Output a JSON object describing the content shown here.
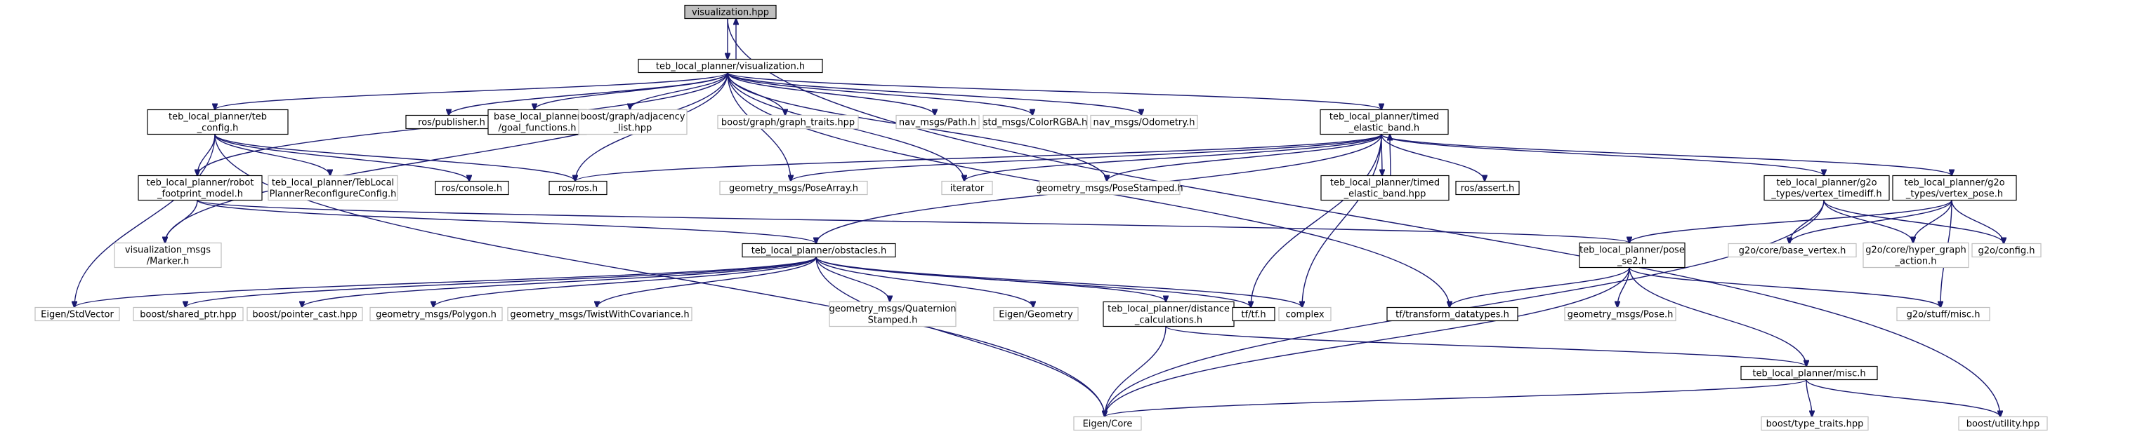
{
  "colors": {
    "edge": "#191970",
    "root_fill": "#bfbfbf",
    "doc_border": "#000000",
    "ext_border": "#bfbfbf",
    "background": "#ffffff"
  },
  "nodes": [
    {
      "id": "vis_hpp",
      "lines": [
        "visualization.hpp"
      ],
      "kind": "root"
    },
    {
      "id": "vis_h",
      "lines": [
        "teb_local_planner/visualization.h"
      ],
      "kind": "doc"
    },
    {
      "id": "teb_config",
      "lines": [
        "teb_local_planner/teb",
        "_config.h"
      ],
      "kind": "doc"
    },
    {
      "id": "ros_publisher",
      "lines": [
        "ros/publisher.h"
      ],
      "kind": "doc"
    },
    {
      "id": "base_goal",
      "lines": [
        "base_local_planner",
        "/goal_functions.h"
      ],
      "kind": "doc"
    },
    {
      "id": "adjacency",
      "lines": [
        "boost/graph/adjacency",
        "_list.hpp"
      ],
      "kind": "ext"
    },
    {
      "id": "graph_traits",
      "lines": [
        "boost/graph/graph_traits.hpp"
      ],
      "kind": "ext"
    },
    {
      "id": "nav_path",
      "lines": [
        "nav_msgs/Path.h"
      ],
      "kind": "ext"
    },
    {
      "id": "color_rgba",
      "lines": [
        "std_msgs/ColorRGBA.h"
      ],
      "kind": "ext"
    },
    {
      "id": "odometry",
      "lines": [
        "nav_msgs/Odometry.h"
      ],
      "kind": "ext"
    },
    {
      "id": "timed_eb_h",
      "lines": [
        "teb_local_planner/timed",
        "_elastic_band.h"
      ],
      "kind": "doc"
    },
    {
      "id": "robot_fp",
      "lines": [
        "teb_local_planner/robot",
        "_footprint_model.h"
      ],
      "kind": "doc"
    },
    {
      "id": "reconf",
      "lines": [
        "teb_local_planner/TebLocal",
        "PlannerReconfigureConfig.h"
      ],
      "kind": "ext"
    },
    {
      "id": "ros_console",
      "lines": [
        "ros/console.h"
      ],
      "kind": "doc"
    },
    {
      "id": "ros_ros",
      "lines": [
        "ros/ros.h"
      ],
      "kind": "doc"
    },
    {
      "id": "pose_array",
      "lines": [
        "geometry_msgs/PoseArray.h"
      ],
      "kind": "ext"
    },
    {
      "id": "iterator",
      "lines": [
        "iterator"
      ],
      "kind": "ext"
    },
    {
      "id": "pose_stamped",
      "lines": [
        "geometry_msgs/PoseStamped.h"
      ],
      "kind": "ext"
    },
    {
      "id": "timed_eb_hpp",
      "lines": [
        "teb_local_planner/timed",
        "_elastic_band.hpp"
      ],
      "kind": "doc"
    },
    {
      "id": "ros_assert",
      "lines": [
        "ros/assert.h"
      ],
      "kind": "doc"
    },
    {
      "id": "vtimediff",
      "lines": [
        "teb_local_planner/g2o",
        "_types/vertex_timediff.h"
      ],
      "kind": "doc"
    },
    {
      "id": "vpose",
      "lines": [
        "teb_local_planner/g2o",
        "_types/vertex_pose.h"
      ],
      "kind": "doc"
    },
    {
      "id": "marker",
      "lines": [
        "visualization_msgs",
        "/Marker.h"
      ],
      "kind": "ext"
    },
    {
      "id": "obstacles",
      "lines": [
        "teb_local_planner/obstacles.h"
      ],
      "kind": "doc"
    },
    {
      "id": "pose_se2",
      "lines": [
        "teb_local_planner/pose",
        "_se2.h"
      ],
      "kind": "doc"
    },
    {
      "id": "base_vertex",
      "lines": [
        "g2o/core/base_vertex.h"
      ],
      "kind": "ext"
    },
    {
      "id": "hyper_graph",
      "lines": [
        "g2o/core/hyper_graph",
        "_action.h"
      ],
      "kind": "ext"
    },
    {
      "id": "g2o_config",
      "lines": [
        "g2o/config.h"
      ],
      "kind": "ext"
    },
    {
      "id": "stdvector",
      "lines": [
        "Eigen/StdVector"
      ],
      "kind": "ext"
    },
    {
      "id": "shared_ptr",
      "lines": [
        "boost/shared_ptr.hpp"
      ],
      "kind": "ext"
    },
    {
      "id": "pointer_cast",
      "lines": [
        "boost/pointer_cast.hpp"
      ],
      "kind": "ext"
    },
    {
      "id": "polygon",
      "lines": [
        "geometry_msgs/Polygon.h"
      ],
      "kind": "ext"
    },
    {
      "id": "twist",
      "lines": [
        "geometry_msgs/TwistWithCovariance.h"
      ],
      "kind": "ext"
    },
    {
      "id": "quat",
      "lines": [
        "geometry_msgs/Quaternion",
        "Stamped.h"
      ],
      "kind": "ext"
    },
    {
      "id": "eigen_geom",
      "lines": [
        "Eigen/Geometry"
      ],
      "kind": "ext"
    },
    {
      "id": "dist_calc",
      "lines": [
        "teb_local_planner/distance",
        "_calculations.h"
      ],
      "kind": "doc"
    },
    {
      "id": "tf_tf",
      "lines": [
        "tf/tf.h"
      ],
      "kind": "doc"
    },
    {
      "id": "complex",
      "lines": [
        "complex"
      ],
      "kind": "ext"
    },
    {
      "id": "tf_transform",
      "lines": [
        "tf/transform_datatypes.h"
      ],
      "kind": "doc"
    },
    {
      "id": "geom_pose",
      "lines": [
        "geometry_msgs/Pose.h"
      ],
      "kind": "ext"
    },
    {
      "id": "g2o_misc",
      "lines": [
        "g2o/stuff/misc.h"
      ],
      "kind": "ext"
    },
    {
      "id": "eigen_core",
      "lines": [
        "Eigen/Core"
      ],
      "kind": "ext"
    },
    {
      "id": "planner_misc",
      "lines": [
        "teb_local_planner/misc.h"
      ],
      "kind": "doc"
    },
    {
      "id": "type_traits",
      "lines": [
        "boost/type_traits.hpp"
      ],
      "kind": "ext"
    },
    {
      "id": "utility",
      "lines": [
        "boost/utility.hpp"
      ],
      "kind": "ext"
    }
  ],
  "edges": [
    [
      "vis_hpp",
      "vis_h"
    ],
    [
      "vis_h",
      "vis_hpp"
    ],
    [
      "vis_hpp",
      "utility"
    ],
    [
      "vis_h",
      "teb_config"
    ],
    [
      "vis_h",
      "ros_publisher"
    ],
    [
      "vis_h",
      "base_goal"
    ],
    [
      "vis_h",
      "adjacency"
    ],
    [
      "vis_h",
      "graph_traits"
    ],
    [
      "vis_h",
      "nav_path"
    ],
    [
      "vis_h",
      "color_rgba"
    ],
    [
      "vis_h",
      "odometry"
    ],
    [
      "vis_h",
      "timed_eb_h"
    ],
    [
      "vis_h",
      "robot_fp"
    ],
    [
      "vis_h",
      "marker"
    ],
    [
      "vis_h",
      "ros_ros"
    ],
    [
      "vis_h",
      "pose_array"
    ],
    [
      "vis_h",
      "iterator"
    ],
    [
      "vis_h",
      "pose_stamped"
    ],
    [
      "vis_h",
      "tf_transform"
    ],
    [
      "teb_config",
      "robot_fp"
    ],
    [
      "teb_config",
      "reconf"
    ],
    [
      "teb_config",
      "ros_console"
    ],
    [
      "teb_config",
      "ros_ros"
    ],
    [
      "teb_config",
      "stdvector"
    ],
    [
      "teb_config",
      "eigen_core"
    ],
    [
      "robot_fp",
      "marker"
    ],
    [
      "robot_fp",
      "obstacles"
    ],
    [
      "robot_fp",
      "pose_se2"
    ],
    [
      "timed_eb_h",
      "ros_ros"
    ],
    [
      "timed_eb_h",
      "pose_array"
    ],
    [
      "timed_eb_h",
      "iterator"
    ],
    [
      "timed_eb_h",
      "pose_stamped"
    ],
    [
      "timed_eb_h",
      "timed_eb_hpp"
    ],
    [
      "timed_eb_hpp",
      "timed_eb_h"
    ],
    [
      "timed_eb_h",
      "ros_assert"
    ],
    [
      "timed_eb_h",
      "vtimediff"
    ],
    [
      "timed_eb_h",
      "vpose"
    ],
    [
      "timed_eb_h",
      "obstacles"
    ],
    [
      "timed_eb_h",
      "tf_tf"
    ],
    [
      "timed_eb_h",
      "complex"
    ],
    [
      "vtimediff",
      "base_vertex"
    ],
    [
      "vtimediff",
      "hyper_graph"
    ],
    [
      "vtimediff",
      "g2o_config"
    ],
    [
      "vtimediff",
      "eigen_core"
    ],
    [
      "vpose",
      "base_vertex"
    ],
    [
      "vpose",
      "hyper_graph"
    ],
    [
      "vpose",
      "g2o_config"
    ],
    [
      "vpose",
      "pose_se2"
    ],
    [
      "vpose",
      "g2o_misc"
    ],
    [
      "obstacles",
      "stdvector"
    ],
    [
      "obstacles",
      "shared_ptr"
    ],
    [
      "obstacles",
      "pointer_cast"
    ],
    [
      "obstacles",
      "polygon"
    ],
    [
      "obstacles",
      "twist"
    ],
    [
      "obstacles",
      "quat"
    ],
    [
      "obstacles",
      "eigen_geom"
    ],
    [
      "obstacles",
      "dist_calc"
    ],
    [
      "obstacles",
      "tf_tf"
    ],
    [
      "obstacles",
      "complex"
    ],
    [
      "obstacles",
      "eigen_core"
    ],
    [
      "pose_se2",
      "tf_transform"
    ],
    [
      "pose_se2",
      "geom_pose"
    ],
    [
      "pose_se2",
      "g2o_misc"
    ],
    [
      "pose_se2",
      "eigen_core"
    ],
    [
      "pose_se2",
      "planner_misc"
    ],
    [
      "dist_calc",
      "eigen_core"
    ],
    [
      "dist_calc",
      "planner_misc"
    ],
    [
      "planner_misc",
      "eigen_core"
    ],
    [
      "planner_misc",
      "type_traits"
    ],
    [
      "planner_misc",
      "utility"
    ]
  ]
}
